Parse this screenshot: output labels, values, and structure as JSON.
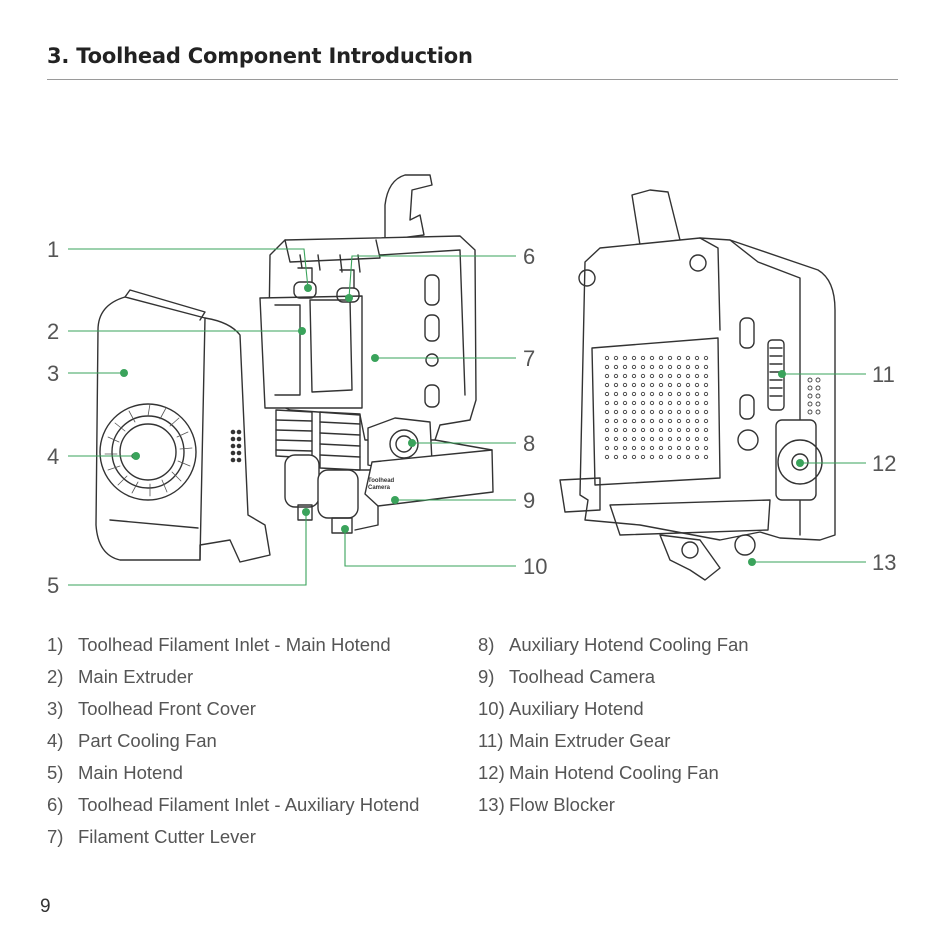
{
  "page": {
    "title": "3. Toolhead Component Introduction",
    "page_number": "9"
  },
  "diagram": {
    "accent_color": "#3aa35b",
    "callouts": [
      "1",
      "2",
      "3",
      "4",
      "5",
      "6",
      "7",
      "8",
      "9",
      "10",
      "11",
      "12",
      "13"
    ],
    "camera_label_line1": "Toolhead",
    "camera_label_line2": "Camera"
  },
  "legend": {
    "left": [
      {
        "num": "1)",
        "label": "Toolhead Filament Inlet - Main Hotend"
      },
      {
        "num": "2)",
        "label": "Main Extruder"
      },
      {
        "num": "3)",
        "label": "Toolhead Front Cover"
      },
      {
        "num": "4)",
        "label": "Part Cooling Fan"
      },
      {
        "num": "5)",
        "label": "Main Hotend"
      },
      {
        "num": "6)",
        "label": "Toolhead Filament Inlet - Auxiliary Hotend"
      },
      {
        "num": "7)",
        "label": "Filament Cutter Lever"
      }
    ],
    "right": [
      {
        "num": "8)",
        "label": "Auxiliary Hotend Cooling Fan"
      },
      {
        "num": "9)",
        "label": "Toolhead Camera"
      },
      {
        "num": "10)",
        "label": "Auxiliary Hotend"
      },
      {
        "num": "11)",
        "label": "Main Extruder Gear"
      },
      {
        "num": "12)",
        "label": "Main Hotend Cooling Fan"
      },
      {
        "num": "13)",
        "label": "Flow Blocker"
      }
    ]
  }
}
